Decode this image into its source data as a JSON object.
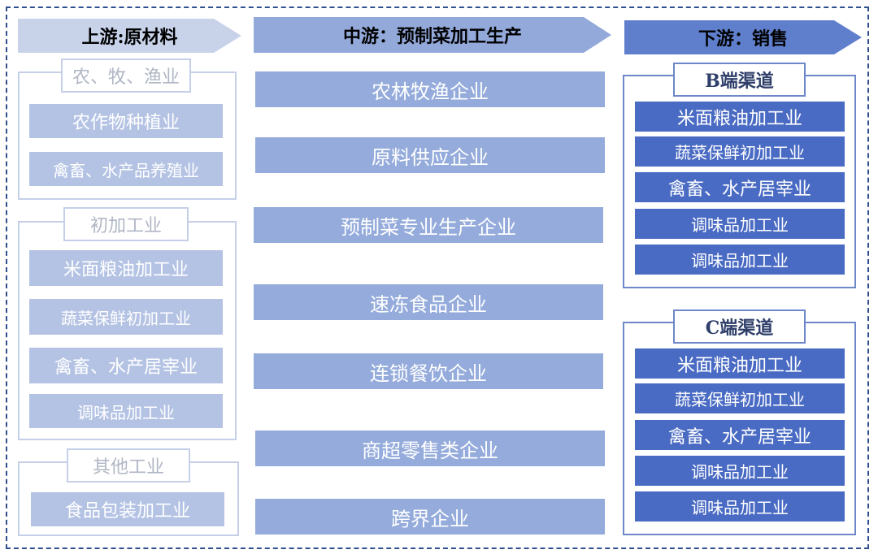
{
  "headers": {
    "upstream": "上游:原材料",
    "midstream": "中游：预制菜加工生产",
    "downstream": "下游：销售"
  },
  "upstream": {
    "groups": [
      {
        "title": "农、牧、渔业",
        "items": [
          "农作物种植业",
          "禽畜、水产品养殖业"
        ]
      },
      {
        "title": "初加工业",
        "items": [
          "米面粮油加工业",
          "蔬菜保鲜初加工业",
          "禽畜、水产居宰业",
          "调味品加工业"
        ]
      },
      {
        "title": "其他工业",
        "items": [
          "食品包装加工业"
        ]
      }
    ]
  },
  "midstream": {
    "items": [
      "农林牧渔企业",
      "原料供应企业",
      "预制菜专业生产企业",
      "速冻食品企业",
      "连锁餐饮企业",
      "商超零售类企业",
      "跨界企业"
    ]
  },
  "downstream": {
    "groups": [
      {
        "title": "B端渠道",
        "items": [
          "米面粮油加工业",
          "蔬菜保鲜初加工业",
          "禽畜、水产居宰业",
          "调味品加工业",
          "调味品加工业"
        ]
      },
      {
        "title": "C端渠道",
        "items": [
          "米面粮油加工业",
          "蔬菜保鲜初加工业",
          "禽畜、水产居宰业",
          "调味品加工业",
          "调味品加工业"
        ]
      }
    ]
  }
}
